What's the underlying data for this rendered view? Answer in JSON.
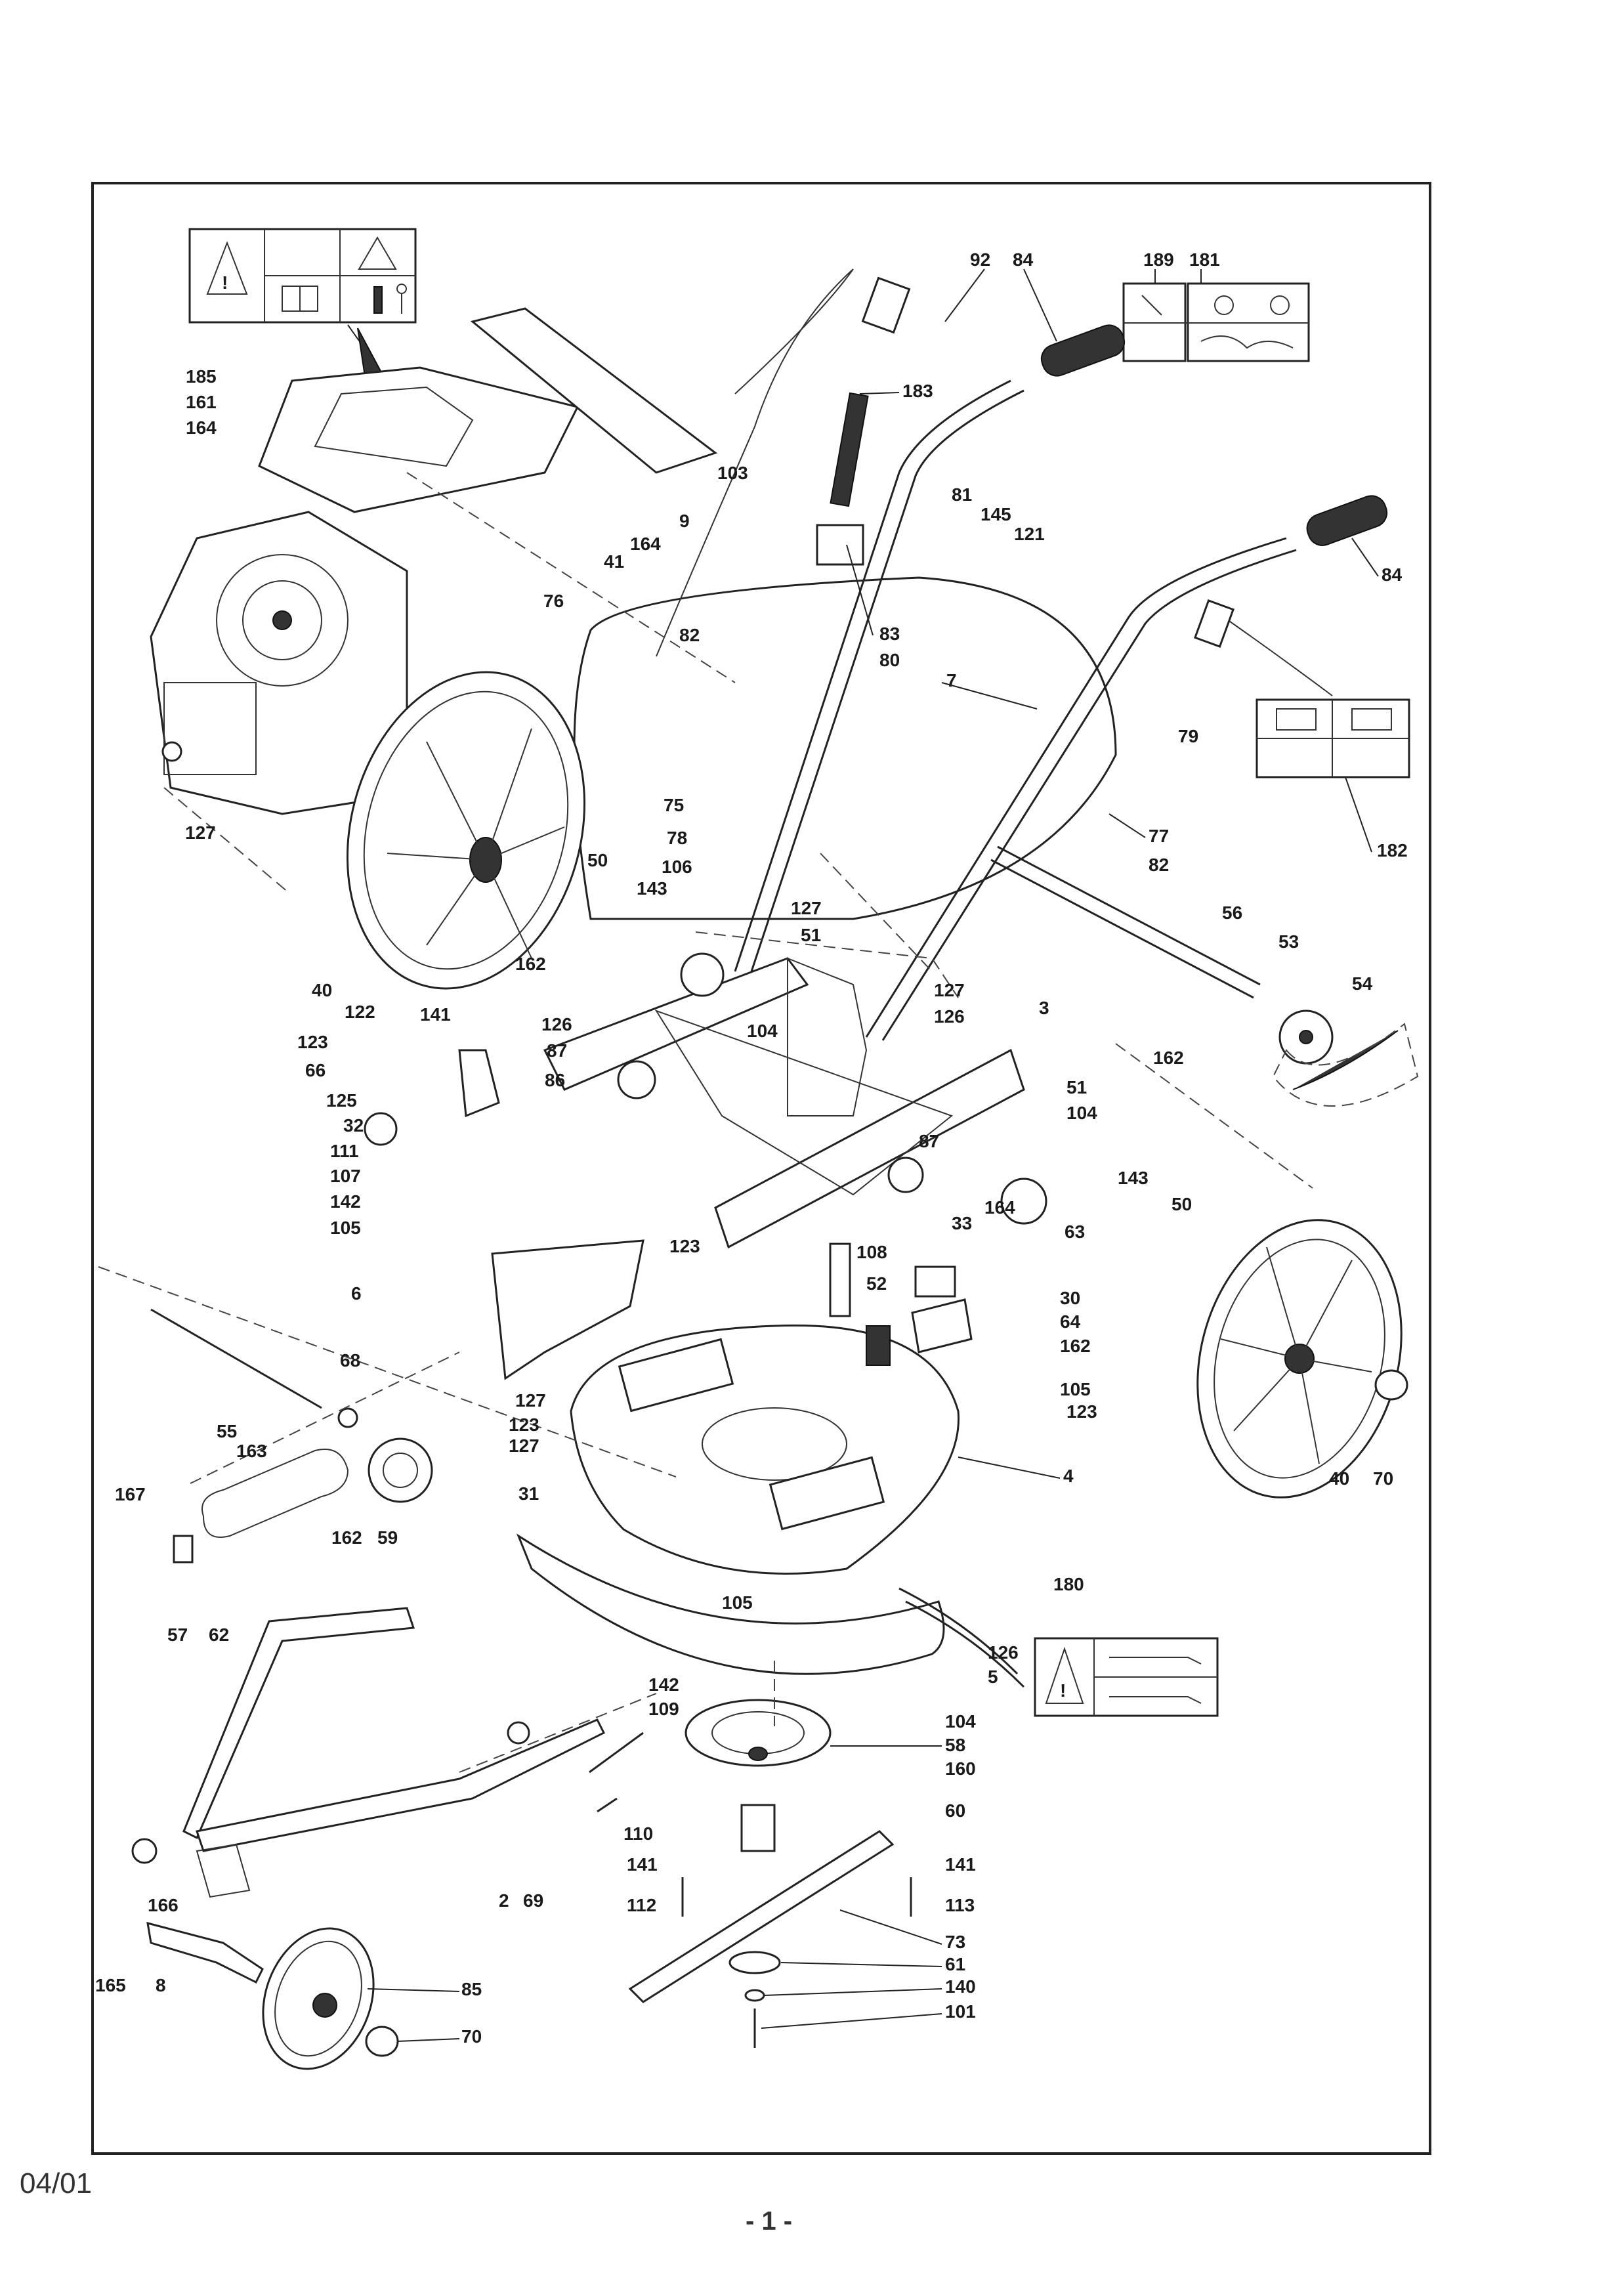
{
  "footer": {
    "date": "04/01",
    "page": "- 1 -"
  },
  "labels": [
    "92",
    "84",
    "189",
    "181",
    "185",
    "161",
    "164",
    "9",
    "183",
    "103",
    "81",
    "145",
    "121",
    "41",
    "164",
    "76",
    "84",
    "82",
    "83",
    "80",
    "7",
    "79",
    "182",
    "127",
    "75",
    "78",
    "77",
    "82",
    "106",
    "143",
    "50",
    "127",
    "51",
    "56",
    "53",
    "54",
    "40",
    "162",
    "127",
    "126",
    "3",
    "122",
    "141",
    "126",
    "104",
    "162",
    "123",
    "87",
    "51",
    "104",
    "66",
    "86",
    "143",
    "50",
    "125",
    "32",
    "87",
    "111",
    "107",
    "164",
    "63",
    "142",
    "33",
    "105",
    "123",
    "108",
    "52",
    "30",
    "64",
    "6",
    "162",
    "105",
    "68",
    "127",
    "123",
    "123",
    "55",
    "163",
    "127",
    "4",
    "40",
    "70",
    "167",
    "31",
    "59",
    "162",
    "57",
    "62",
    "180",
    "105",
    "126",
    "5",
    "142",
    "104",
    "109",
    "58",
    "160",
    "110",
    "60",
    "2",
    "69",
    "141",
    "141",
    "166",
    "112",
    "113",
    "73",
    "165",
    "8",
    "61",
    "85",
    "140",
    "101",
    "70"
  ],
  "decals": {
    "decal_185": [
      "warning-triangle-icon",
      "manual-icon",
      "thrown-object-icon",
      "read-manual-icon",
      "distance-icon"
    ],
    "decal_181_189": [
      "operator-control-icon",
      "choke-icon",
      "rabbit-turtle-icon"
    ],
    "decal_182": [
      "drive-lever-icon",
      "blade-lever-icon"
    ],
    "decal_180": [
      "warning-triangle-icon",
      "hand-blade-icon",
      "foot-blade-icon"
    ]
  }
}
